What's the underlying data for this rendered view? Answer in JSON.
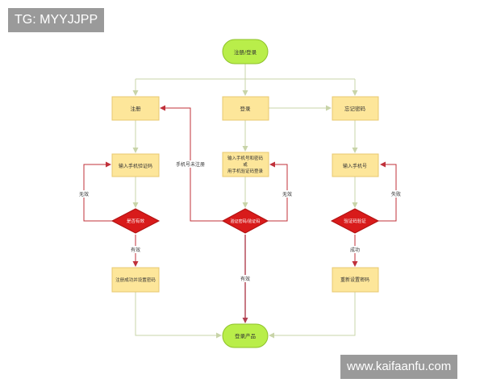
{
  "watermarks": {
    "top": "TG: MYYJJPP",
    "bottom": "www.kaifaanfu.com"
  },
  "colors": {
    "process_fill": "#fde69a",
    "process_stroke": "#e8c870",
    "terminal_fill": "#b9ee4a",
    "terminal_stroke": "#8ec22a",
    "decision_fill": "#d81b1b",
    "arrow_normal": "#c8d4a8",
    "arrow_loop": "#c0303a",
    "arrow_main": "#b04050"
  },
  "nodes": {
    "start": "注册/登录",
    "register": "注册",
    "login": "登录",
    "forgot": "忘记密码",
    "input_code": "输入手机验证码",
    "login_input": [
      "输入手机号和密码",
      "或",
      "用手机验证码登录"
    ],
    "input_phone": "输入手机号",
    "check_valid": "是否有效",
    "verify_login": "验证密码/验证码",
    "verify_code": "验证码验证",
    "reg_success": "注册成功并设置密码",
    "reset_pwd": "重新设置密码",
    "end": "登录产品"
  },
  "edge_labels": {
    "invalid_left": "无效",
    "valid_left": "有效",
    "unregistered": "手机号未注册",
    "invalid_mid": "无效",
    "valid_mid": "有效",
    "fail_right": "失败",
    "success_right": "成功"
  }
}
